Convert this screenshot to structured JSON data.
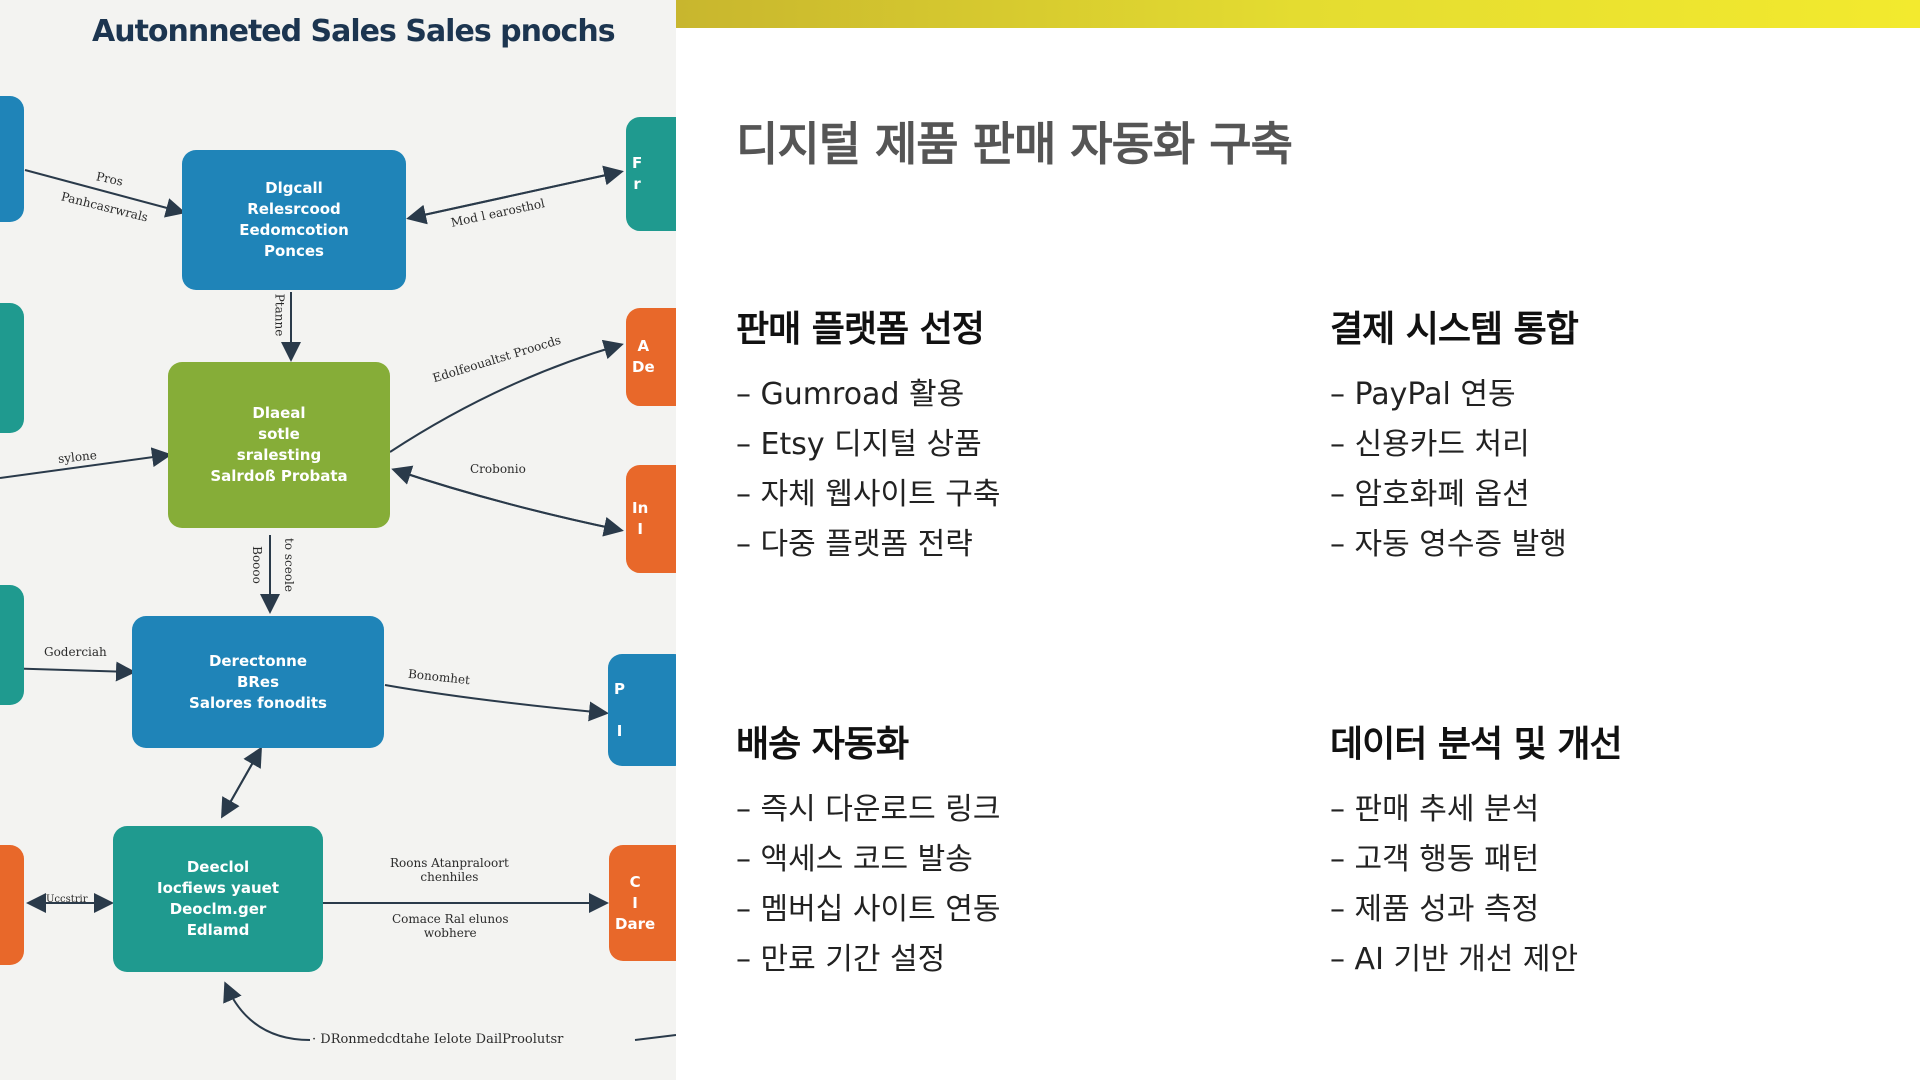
{
  "diagram": {
    "title": "Autonnneted Sales Sales pnochs",
    "nodes": [
      {
        "id": "n1",
        "text": "Dlgcall\nRelesrcood\nEedomcotion\nPonces"
      },
      {
        "id": "n2",
        "text": "Dlaeal\nsotle\nsralesting\nSalrdoß Probata"
      },
      {
        "id": "n3",
        "text": "Derectonne\nBRes\nSalores fonodits"
      },
      {
        "id": "n4",
        "text": "Deeclol\nIocfiews yauet\nDeoclm.ger\nEdlamd"
      },
      {
        "id": "r1",
        "text": "F\nr"
      },
      {
        "id": "r2",
        "text": "A\nDe"
      },
      {
        "id": "r3",
        "text": "In\nI"
      },
      {
        "id": "r4",
        "text": "P\n\nI"
      },
      {
        "id": "r5",
        "text": "C\nI\nDare"
      }
    ],
    "edge_labels": [
      "Pros",
      "Panhcasrwrals",
      "Mod l earosthol",
      "Ptanne",
      "Edolfeoualtst Proocds",
      "sylone",
      "Crobonio",
      "Boooo",
      "to sceole",
      "Goderciah",
      "Bonomhet",
      "Uccstrir",
      "Roons Atanpraloort\nchenhiles",
      "Comace Ral elunos\nwobhere",
      "· DRonmedcdtahe Ielote DailProolutsr"
    ]
  },
  "slide": {
    "title": "디지털 제품 판매 자동화 구축",
    "sections": [
      {
        "heading": "판매 플랫폼 선정",
        "items": [
          "Gumroad 활용",
          "Etsy 디지털 상품",
          "자체 웹사이트 구축",
          "다중 플랫폼 전략"
        ]
      },
      {
        "heading": "결제 시스템 통합",
        "items": [
          "PayPal 연동",
          "신용카드 처리",
          "암호화폐 옵션",
          "자동 영수증 발행"
        ]
      },
      {
        "heading": "배송 자동화",
        "items": [
          "즉시 다운로드 링크",
          "액세스 코드 발송",
          "멤버십 사이트 연동",
          "만료 기간 설정"
        ]
      },
      {
        "heading": "데이터 분석 및 개선",
        "items": [
          "판매 추세 분석",
          "고객 행동 패턴",
          "제품 성과 측정",
          "AI 기반 개선 제안"
        ]
      }
    ]
  },
  "colors": {
    "node_blue": "#1f84b8",
    "node_green": "#86ad38",
    "node_teal": "#1f9a8f",
    "node_orange": "#e8682a",
    "accent_bar": "#e4dc30"
  }
}
